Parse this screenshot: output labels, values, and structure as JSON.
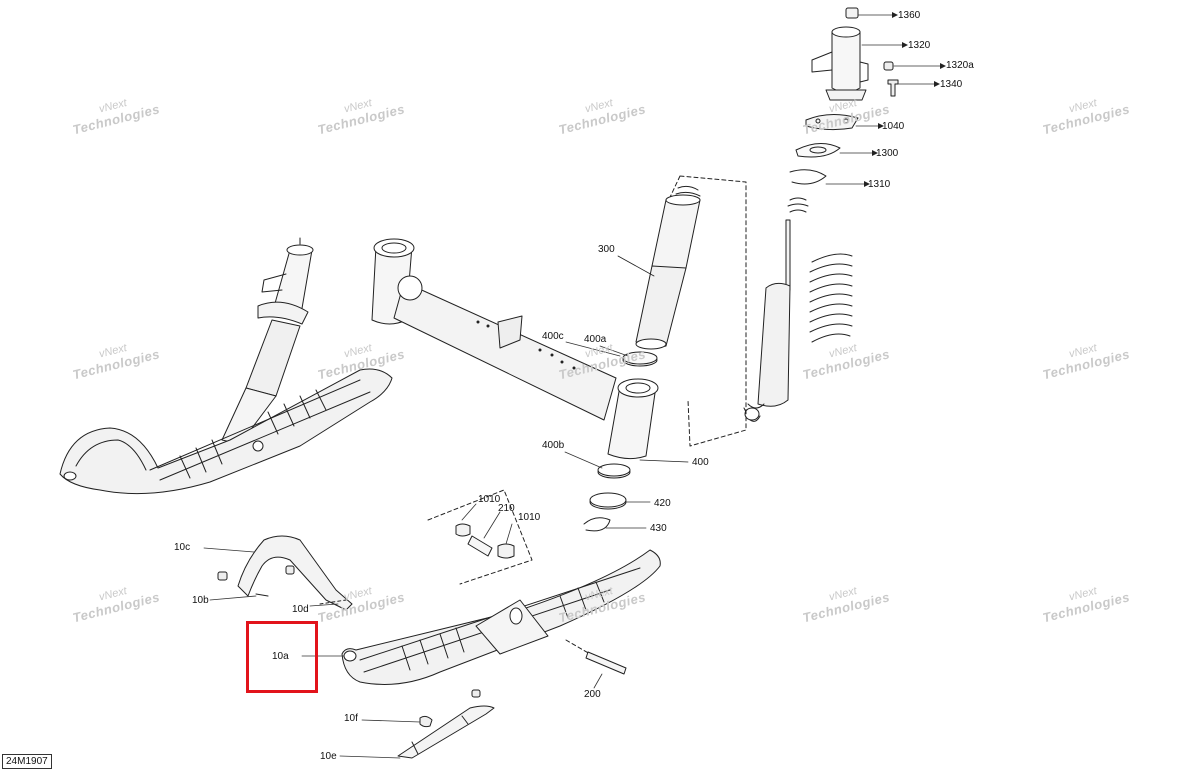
{
  "diagram_id": "24M1907",
  "highlight_color": "#e2131b",
  "watermark": {
    "line1": "vNext",
    "line2": "Technologies",
    "color": "#c9c9c9"
  },
  "callouts": {
    "c1360": "1360",
    "c1320": "1320",
    "c1320a": "1320a",
    "c1340": "1340",
    "c1040": "1040",
    "c1300": "1300",
    "c1310": "1310",
    "c300": "300",
    "c400c": "400c",
    "c400a": "400a",
    "c400b": "400b",
    "c400": "400",
    "c420": "420",
    "c430": "430",
    "c1010a": "1010",
    "c210": "210",
    "c1010b": "1010",
    "c10c": "10c",
    "c10b": "10b",
    "c10d": "10d",
    "c10a": "10a",
    "c200": "200",
    "c10f": "10f",
    "c10e": "10e"
  },
  "highlighted_part": "10a"
}
